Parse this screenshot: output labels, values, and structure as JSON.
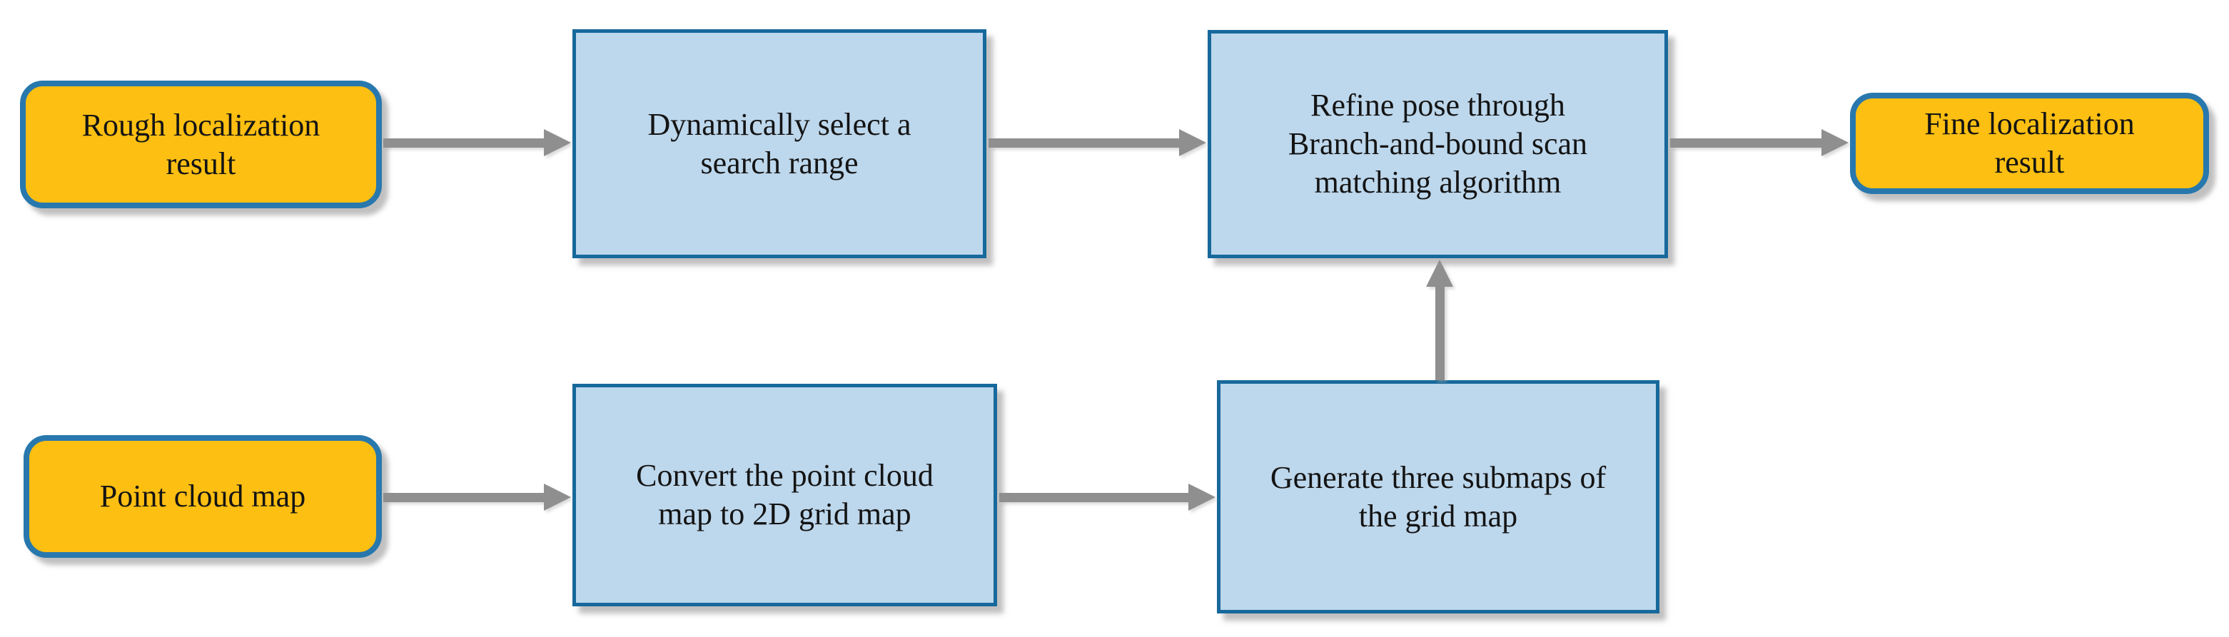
{
  "diagram": {
    "type": "flowchart",
    "colors": {
      "terminal_fill": "#FCBF12",
      "terminal_border": "#2878AE",
      "process_fill": "#BDD7EC",
      "process_border": "#17699C",
      "arrow": "#8F8F8F",
      "text": "#141414",
      "background": "#FFFFFF"
    },
    "nodes": [
      {
        "id": "rough-localization-result",
        "type": "terminal",
        "label": "Rough localization result",
        "lines": [
          "Rough localization",
          "result"
        ]
      },
      {
        "id": "dynamic-search-range",
        "type": "process",
        "label": "Dynamically select a search range",
        "lines": [
          "Dynamically select a",
          "search range"
        ]
      },
      {
        "id": "refine-pose",
        "type": "process",
        "label": "Refine pose through Branch-and-bound scan matching algorithm",
        "lines": [
          "Refine pose through",
          "Branch-and-bound scan",
          "matching algorithm"
        ]
      },
      {
        "id": "fine-localization-result",
        "type": "terminal",
        "label": "Fine localization result",
        "lines": [
          "Fine localization",
          "result"
        ]
      },
      {
        "id": "point-cloud-map",
        "type": "terminal",
        "label": "Point cloud map",
        "lines": [
          "Point cloud map"
        ]
      },
      {
        "id": "convert-point-cloud",
        "type": "process",
        "label": "Convert the point cloud map to 2D grid map",
        "lines": [
          "Convert the point cloud",
          "map to 2D grid map"
        ]
      },
      {
        "id": "generate-submaps",
        "type": "process",
        "label": "Generate three submaps of the grid map",
        "lines": [
          "Generate three submaps of",
          "the grid map"
        ]
      }
    ],
    "edges": [
      {
        "from": "rough-localization-result",
        "to": "dynamic-search-range",
        "direction": "right"
      },
      {
        "from": "dynamic-search-range",
        "to": "refine-pose",
        "direction": "right"
      },
      {
        "from": "refine-pose",
        "to": "fine-localization-result",
        "direction": "right"
      },
      {
        "from": "point-cloud-map",
        "to": "convert-point-cloud",
        "direction": "right"
      },
      {
        "from": "convert-point-cloud",
        "to": "generate-submaps",
        "direction": "right"
      },
      {
        "from": "generate-submaps",
        "to": "refine-pose",
        "direction": "up"
      }
    ]
  }
}
